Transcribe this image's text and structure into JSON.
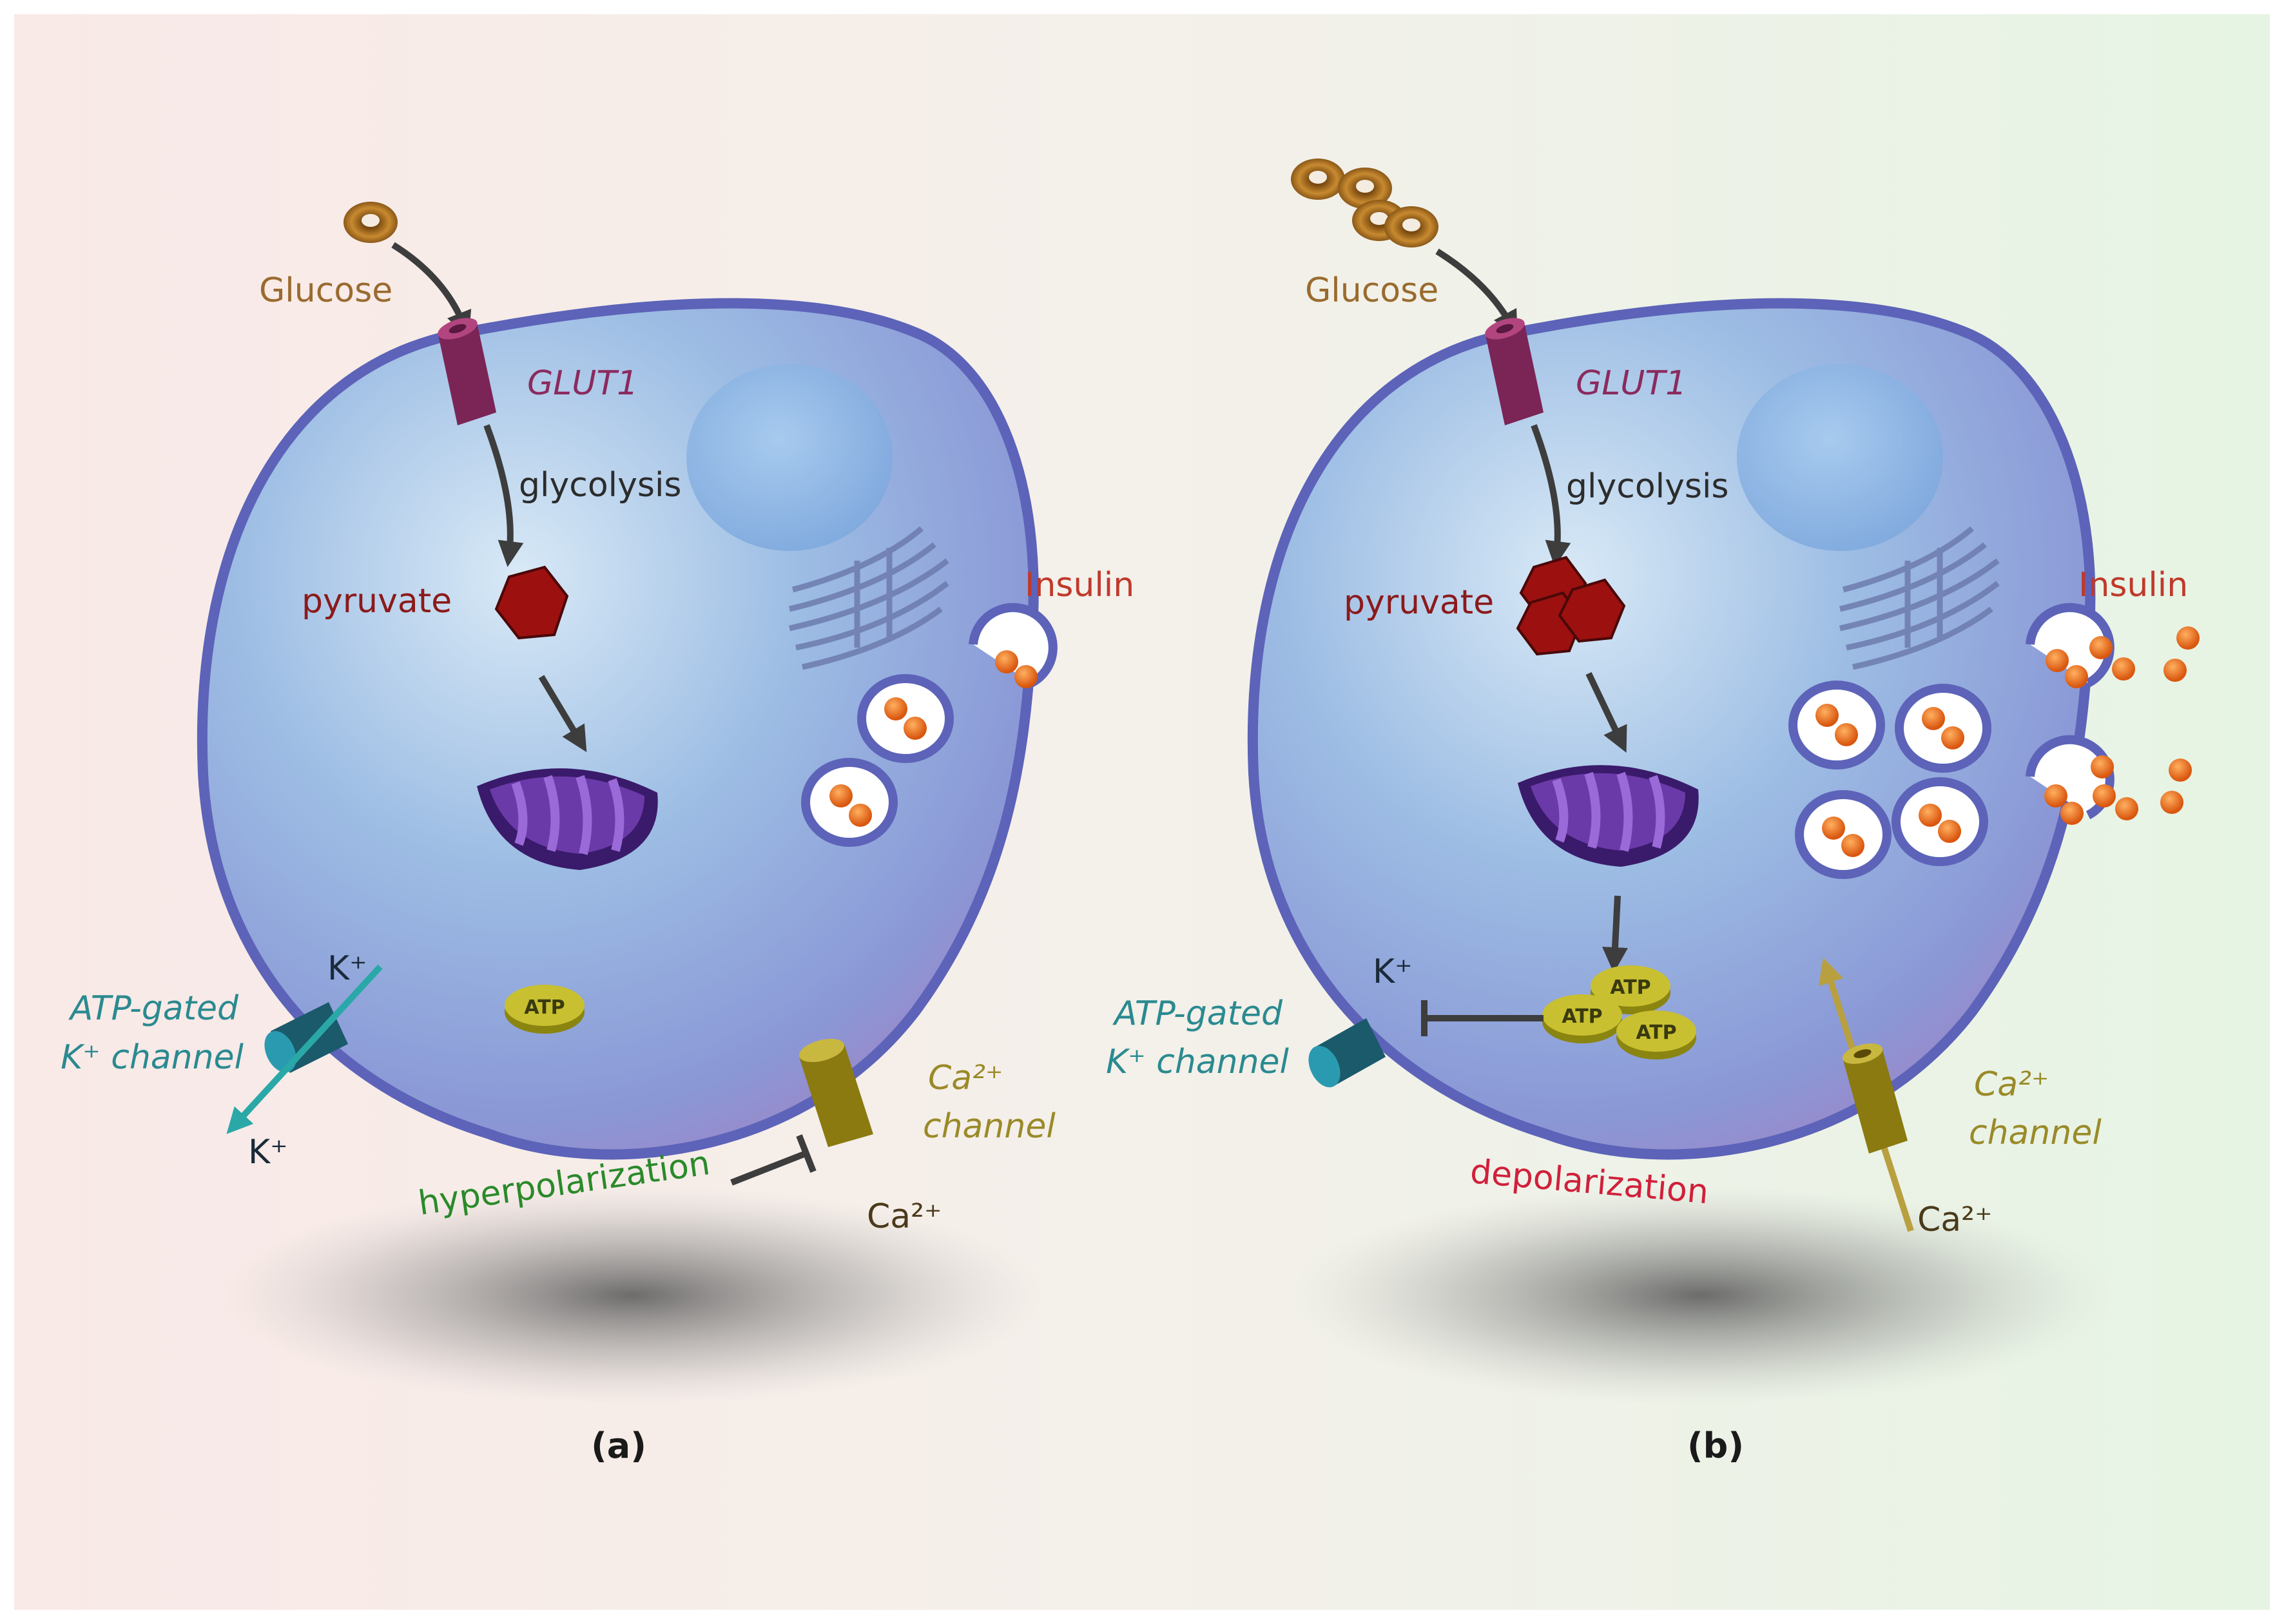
{
  "panels": [
    {
      "id": "a",
      "caption": "(a)",
      "glucose": "Glucose",
      "transporter": "GLUT1",
      "glycolysis": "glycolysis",
      "pyruvate": "pyruvate",
      "atp": [
        "ATP"
      ],
      "insulin": "Insulin",
      "k_channel_line1": "ATP-gated",
      "k_channel_line2": "K⁺ channel",
      "k_ion_top": "K⁺",
      "k_ion_bottom": "K⁺",
      "ca_channel_line1": "Ca²⁺",
      "ca_channel_line2": "channel",
      "ca_ion": "Ca²⁺",
      "membrane_state": "hyperpolarization"
    },
    {
      "id": "b",
      "caption": "(b)",
      "glucose": "Glucose",
      "transporter": "GLUT1",
      "glycolysis": "glycolysis",
      "pyruvate": "pyruvate",
      "atp": [
        "ATP",
        "ATP",
        "ATP"
      ],
      "insulin": "Insulin",
      "k_channel_line1": "ATP-gated",
      "k_channel_line2": "K⁺ channel",
      "k_ion_top": "K⁺",
      "ca_channel_line1": "Ca²⁺",
      "ca_channel_line2": "channel",
      "ca_ion": "Ca²⁺",
      "membrane_state": "depolarization"
    }
  ],
  "colors": {
    "glucose_label": "#9a6a2e",
    "transporter": "#8b2a5e",
    "pyruvate_label": "#8b1a1a",
    "insulin_label": "#c0392b",
    "k_channel_label": "#2a8a90",
    "ca_channel_label": "#9a8a28",
    "hyperpolarization": "#2a8a2a",
    "depolarization": "#d0203a",
    "membrane": "#5c63b8",
    "cytoplasm": "#8ab0dc",
    "atp": "#b8b028",
    "granule": "#e8701a"
  }
}
